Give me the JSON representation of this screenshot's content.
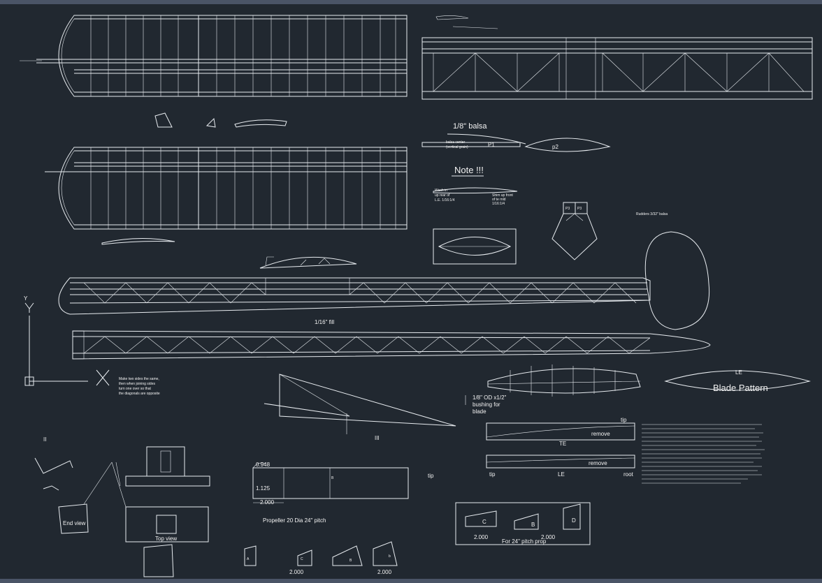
{
  "colors": {
    "background": "#212830",
    "line": "#e8ecf0",
    "frame": "#4a5466"
  },
  "labels": {
    "balsa_1_8": "1/8\" balsa",
    "balsa_center": "balsa center",
    "vertical_grain": "(vertical grain)",
    "p1": "P1",
    "p2": "p2",
    "note": "Note !!!",
    "wash_in_1": "Wash in",
    "wash_in_2": "up rear of",
    "wash_in_3": "L.E. 1/16:1/4",
    "shim_1": "Shim up front",
    "shim_2": "of te rnld",
    "shim_3": "1/16:1/4",
    "p3": "P3",
    "p3b": "P3",
    "rudders": "Rudders 3/32\" balsa",
    "fill_label": "1/16\" fill",
    "diagonals_1": "Make two sides the same,",
    "diagonals_2": "then when joining sides",
    "diagonals_3": "turn one over so that",
    "diagonals_4": "the diagonals are opposite",
    "le": "LE",
    "blade_pattern": "Blade Pattern",
    "bushing_1": "1/8\" OD x1/2\"",
    "bushing_2": "bushing for",
    "bushing_3": "blade",
    "tip_a": "tip",
    "te": "TE",
    "remove_1": "remove",
    "remove_2": "remove",
    "tip_b": "tip",
    "le_b": "LE",
    "root": "root",
    "end_view": "End view",
    "top_view": "Top view",
    "dim_2000_a": "2.000",
    "dim_1125": "1.125",
    "dim_0948": "0.948",
    "propeller": "Propeller 20 Dia 24\" pitch",
    "dim_2000_b": "2.000",
    "dim_2000_c": "2.000",
    "for_24": "For 24\" pitch prop",
    "dim_2000_d": "2.000",
    "dim_2000_e": "2.000",
    "letter_a": "A",
    "letter_b": "B",
    "letter_c": "C",
    "letter_b2": "B",
    "letter_b3": "b",
    "letter_c2": "C",
    "letter_b4": "B",
    "letter_d": "D",
    "tip_c": "tip",
    "ucs_y": "Y",
    "roman_ii": "II",
    "roman_iii": "III"
  }
}
